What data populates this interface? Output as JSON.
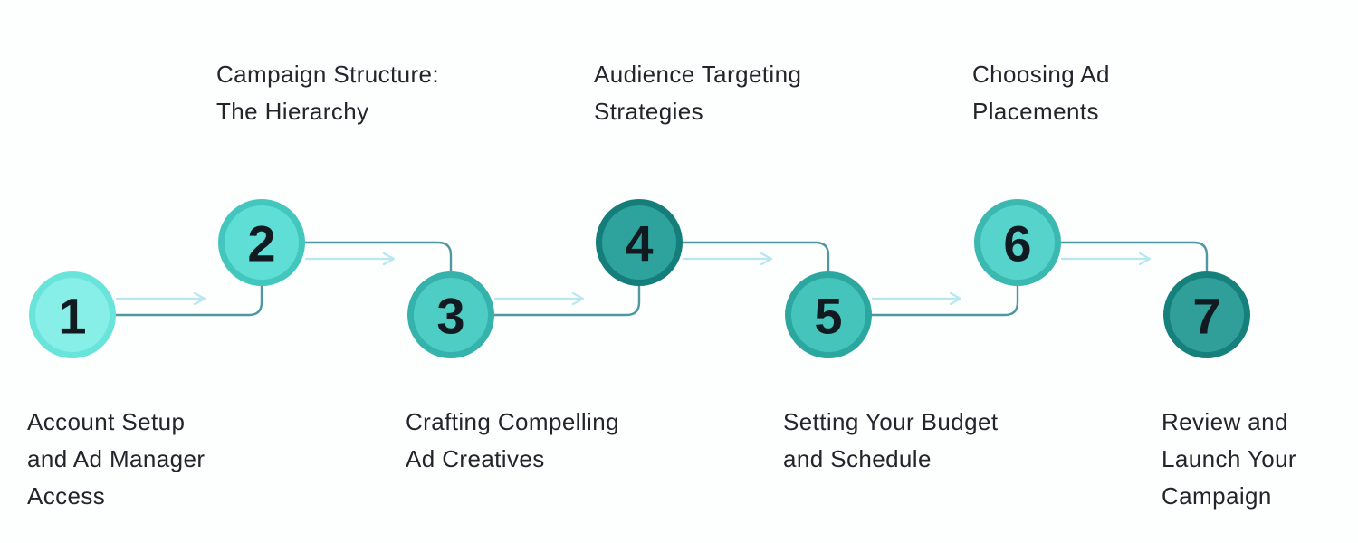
{
  "diagram": {
    "type": "process-flow-infographic",
    "step_count": 7,
    "colors": {
      "background": "#fdfefe",
      "connector_line": "#4d98a1",
      "flow_arrow": "#b9e7f0",
      "number_text": "#111a20",
      "label_text": "#21262c"
    },
    "steps": [
      {
        "number": "1",
        "label": "Account Setup and Ad Manager Access",
        "label_lines": [
          "Account Setup",
          "and Ad Manager",
          "Access"
        ],
        "row": "bottom",
        "circle_fill": "#87efe8",
        "circle_ring": "#69e4db"
      },
      {
        "number": "2",
        "label": "Campaign Structure: The Hierarchy",
        "label_lines": [
          "Campaign Structure:",
          "The Hierarchy"
        ],
        "row": "top",
        "circle_fill": "#5fded5",
        "circle_ring": "#43c6bd"
      },
      {
        "number": "3",
        "label": "Crafting Compelling Ad Creatives",
        "label_lines": [
          "Crafting Compelling",
          "Ad Creatives"
        ],
        "row": "bottom",
        "circle_fill": "#4ecdc4",
        "circle_ring": "#35b2ab"
      },
      {
        "number": "4",
        "label": "Audience Targeting Strategies",
        "label_lines": [
          "Audience Targeting",
          "Strategies"
        ],
        "row": "top",
        "circle_fill": "#2ea29c",
        "circle_ring": "#157e7a"
      },
      {
        "number": "5",
        "label": "Setting Your Budget and Schedule",
        "label_lines": [
          "Setting Your Budget",
          "and Schedule"
        ],
        "row": "bottom",
        "circle_fill": "#45c4bc",
        "circle_ring": "#2ba79f"
      },
      {
        "number": "6",
        "label": "Choosing Ad Placements",
        "label_lines": [
          "Choosing Ad",
          "Placements"
        ],
        "row": "top",
        "circle_fill": "#56d3ca",
        "circle_ring": "#3bb8b0"
      },
      {
        "number": "7",
        "label": "Review and Launch Your Campaign",
        "label_lines": [
          "Review and",
          "Launch Your",
          "Campaign"
        ],
        "row": "bottom",
        "circle_fill": "#309f99",
        "circle_ring": "#16817c"
      }
    ]
  }
}
